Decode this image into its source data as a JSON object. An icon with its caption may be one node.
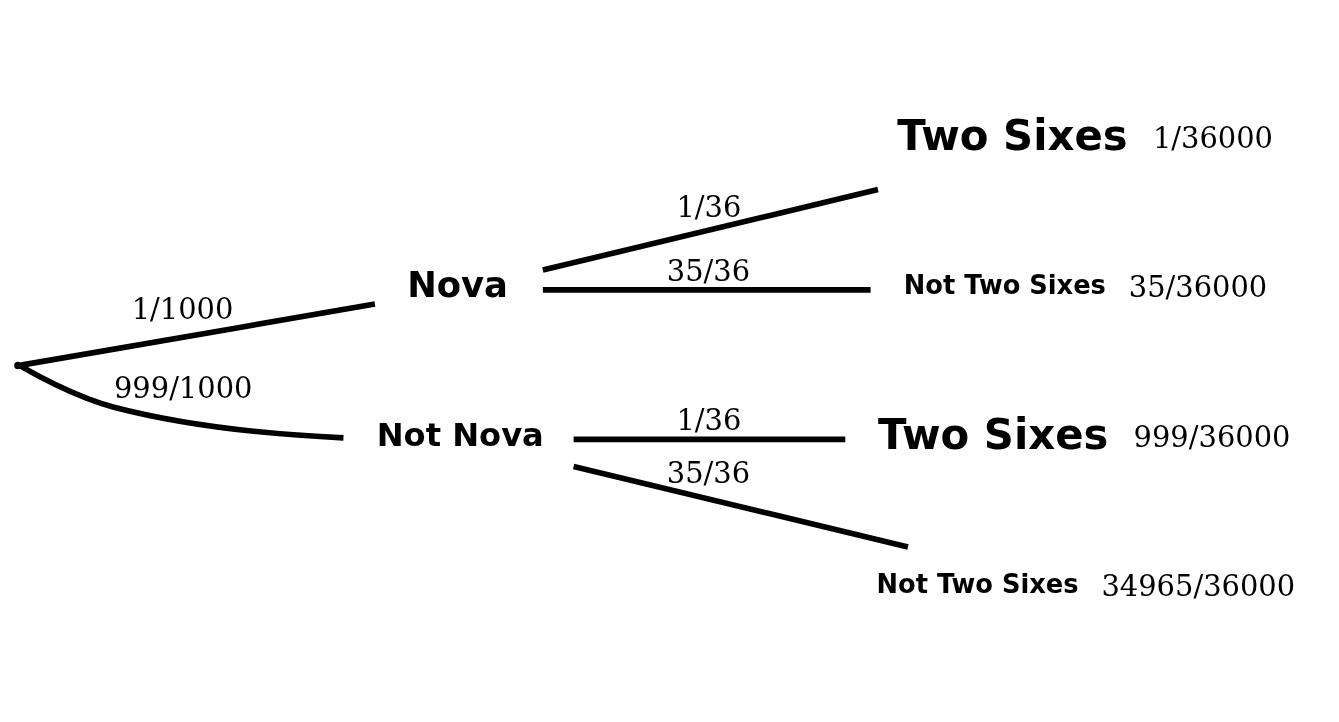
{
  "diagram": {
    "nodes": [
      {
        "text": [],
        "shape": "point"
      },
      {
        "text": [
          "Nova"
        ]
      },
      {
        "text": [
          "Not Nova"
        ]
      },
      {
        "text": [
          "Two Sixes"
        ],
        "beside": [
          "1/36000"
        ]
      },
      {
        "text": [
          "Not Two Sixes"
        ],
        "beside": [
          "35/36000"
        ]
      },
      {
        "text": [
          "Two Sixes"
        ],
        "beside": [
          "999/36000"
        ]
      },
      {
        "text": [
          "Not Two Sixes"
        ],
        "beside": [
          "34965/36000"
        ]
      }
    ],
    "edges": [
      {
        "from": 0,
        "to": 1,
        "arrow": "none",
        "label": "1/1000"
      },
      {
        "from": 0,
        "to": 2,
        "arrow": "none",
        "label": "999/1000"
      },
      {
        "from": 1,
        "to": 3,
        "arrow": "none",
        "label": "1/36"
      },
      {
        "from": 1,
        "to": 4,
        "arrow": "none",
        "label": "35/36"
      },
      {
        "from": 2,
        "to": 5,
        "arrow": "none",
        "label": "1/36"
      },
      {
        "from": 2,
        "to": 6,
        "arrow": "none",
        "label": "35/36"
      }
    ]
  }
}
